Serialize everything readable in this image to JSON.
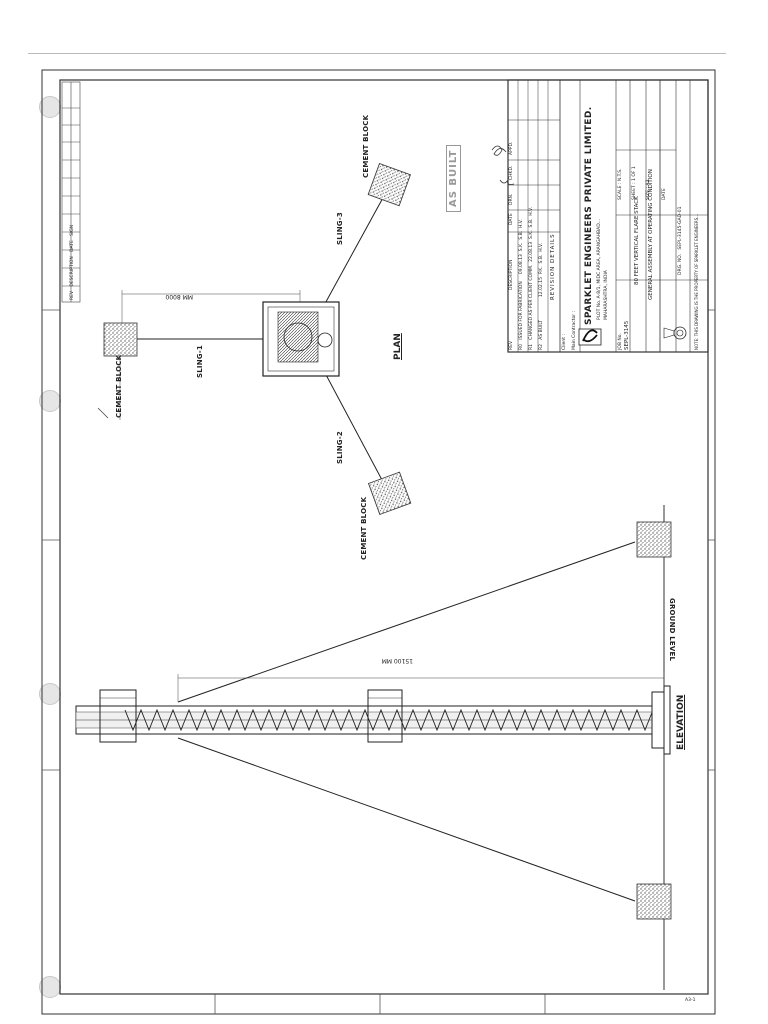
{
  "drawing": {
    "views": {
      "plan": "PLAN",
      "elevation": "ELEVATION"
    },
    "labels": {
      "cement_block_1": "CEMENT BLOCK",
      "cement_block_2": "CEMENT BLOCK",
      "cement_block_3": "CEMENT BLOCK",
      "sling_1": "SLING-1",
      "sling_2": "SLING-2",
      "sling_3": "SLING-3",
      "ground_level": "GROUND LEVEL"
    },
    "dimensions": {
      "plan_radius": "MM 8000",
      "elevation_height": "15100 MM"
    },
    "stamp": "AS BUILT"
  },
  "title_block": {
    "company": "SPARKLET ENGINEERS PRIVATE LIMITED.",
    "address_1": "PLOT No. A-8/1, MIDC AREA, ARANGAHBAD...",
    "address_2": "MAHARASHTRA, INDIA",
    "revision_heading": "REVISION DETAILS",
    "revision_cols": [
      "REV",
      "DESCRIPTION",
      "DATE",
      "DRN.",
      "CHKD.",
      "APPD."
    ],
    "revisions": [
      [
        "R0",
        "ISSUED FOR FABRICATION",
        "09.08.13",
        "S.K.",
        "S.B.",
        "H.V."
      ],
      [
        "R1",
        "CHANGED AS PER CLIENT COMM.",
        "22.08.13",
        "S.K.",
        "S.B.",
        "H.V."
      ],
      [
        "R2",
        "AS BUILT",
        "12.02.15",
        "P.K.",
        "S.B.",
        "H.V."
      ]
    ],
    "client_label": "Client :",
    "main_contractor_label": "Main Contractor :",
    "job_no_label": "JOB No.",
    "job_no": "SEPL-3145",
    "drawing_title_1": "80 FEET VERTICAL FLARE STACK",
    "drawing_title_2": "GENERAL ASSEMBLY AT OPERATING CONDITION",
    "scale_label": "SCALE",
    "scale": "N.T.S.",
    "sheet_label": "SHEET",
    "sheet": "1 OF 1",
    "drawing_no_label": "DRG. NO.",
    "drawing_no": "SEPL-3145-GAD-01",
    "date_label": "DATE",
    "size_label": "SIZE",
    "size": "A3",
    "note": "NOTE: THIS DRAWING IS THE PROPERTY OF SPARKLET ENGINEERS..."
  },
  "footer": {
    "code": "A3-1"
  }
}
